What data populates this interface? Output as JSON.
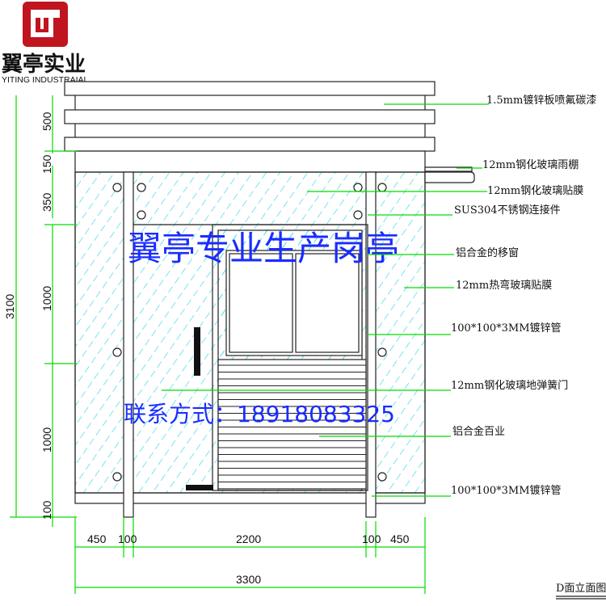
{
  "logo": {
    "name_cn": "翼亭实业",
    "name_en": "YITING INDUSTRAIAL",
    "color": "#c0151e"
  },
  "watermark": {
    "slogan": "翼亭专业生产岗亭",
    "contact": "联系方式：18918083325",
    "color": "#1a2cff"
  },
  "callouts": [
    "1.5mm镀锌板喷氟碳漆",
    "12mm钢化玻璃雨棚",
    "12mm钢化玻璃贴膜",
    "SUS304不锈钢连接件",
    "铝合金的移窗",
    "12mm热弯玻璃贴膜",
    "100*100*3MM镀锌管",
    "12mm钢化玻璃地弹簧门",
    "铝合金百业",
    "100*100*3MM镀锌管"
  ],
  "dims_vertical": [
    "500",
    "150",
    "350",
    "1000",
    "1000",
    "100"
  ],
  "dim_total_height": "3100",
  "dims_horizontal": [
    "450",
    "100",
    "2200",
    "100",
    "450"
  ],
  "dim_total_width": "3300",
  "drawing_title": "D面立面图",
  "colors": {
    "glass": "#2fd6e8",
    "dimension": "#00dd00",
    "line": "#222222"
  }
}
